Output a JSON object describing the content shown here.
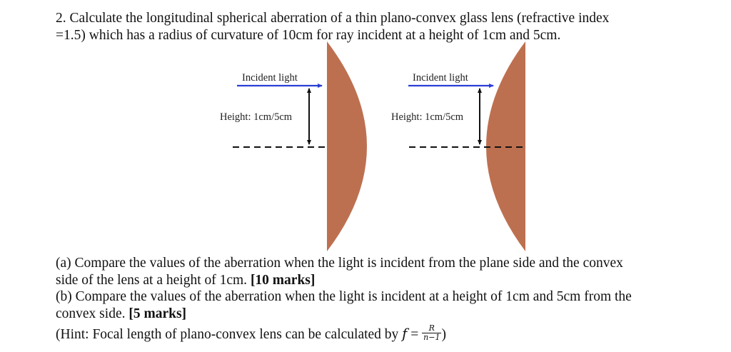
{
  "question": {
    "number": "2.",
    "line1": "2. Calculate the longitudinal spherical aberration of a thin plano-convex glass lens (refractive index",
    "line2": "=1.5) which has a radius of curvature of 10cm for ray incident at a height of 1cm and 5cm."
  },
  "diagram": {
    "left": {
      "incident_label": "Incident light",
      "height_label": "Height: 1cm/5cm",
      "orientation": "plane-side-facing-light"
    },
    "right": {
      "incident_label": "Incident light",
      "height_label": "Height: 1cm/5cm",
      "orientation": "convex-side-facing-light"
    },
    "colors": {
      "lens_fill": "#BD7050",
      "ray": "#2B3FD6",
      "arrow": "#111111"
    }
  },
  "parts": {
    "a": {
      "line1": "(a) Compare the values of the aberration when the light is incident from the plane side and the convex",
      "line2_text": "side of the lens at a height of 1cm. ",
      "marks": "[10 marks]"
    },
    "b": {
      "line1": "(b) Compare the values of the aberration when the light is incident at a height of 1cm and 5cm from the",
      "line2_text": "convex side. ",
      "marks": "[5 marks]"
    }
  },
  "hint": {
    "text": "(Hint: Focal length of plano-convex lens can be calculated by ",
    "formula_lhs": "f",
    "formula_eq": " = ",
    "numerator": "R",
    "denominator": "n−1",
    "close": ")"
  }
}
